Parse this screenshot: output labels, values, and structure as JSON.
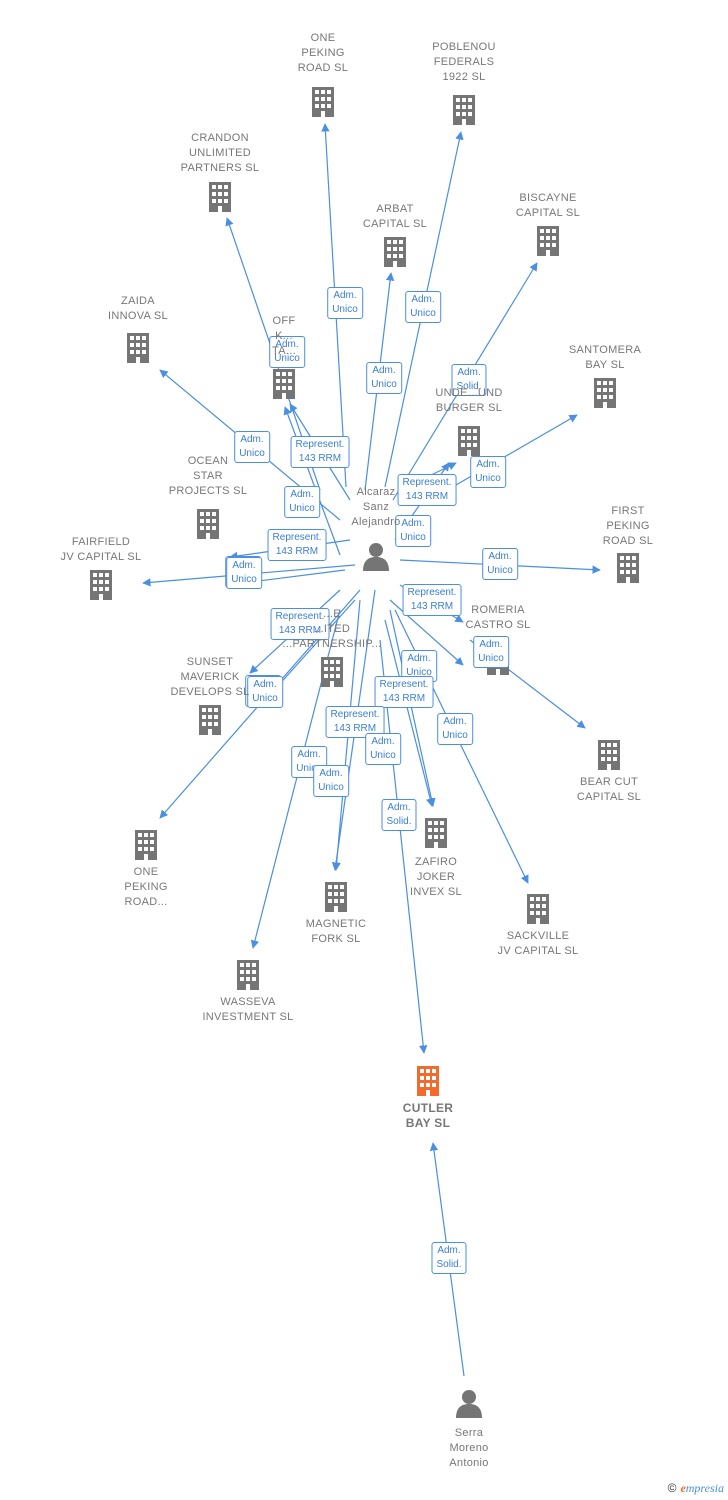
{
  "colors": {
    "edge": "#4a8fe0",
    "node": "#757575",
    "focus": "#f26a2e"
  },
  "nodes": [
    {
      "id": "one_peking_top",
      "label": "ONE\nPEKING\nROAD  SL",
      "type": "company"
    },
    {
      "id": "poblenou",
      "label": "POBLENOU\nFEDERALS\n1922  SL",
      "type": "company"
    },
    {
      "id": "crandon",
      "label": "CRANDON\nUNLIMITED\nPARTNERS  SL",
      "type": "company"
    },
    {
      "id": "arbat",
      "label": "ARBAT\nCAPITAL SL",
      "type": "company"
    },
    {
      "id": "biscayne",
      "label": "BISCAYNE\nCAPITAL SL",
      "type": "company"
    },
    {
      "id": "zaida",
      "label": "ZAIDA\nINNOVA  SL",
      "type": "company"
    },
    {
      "id": "off",
      "label": "OFF\nK...\nTA...",
      "type": "company"
    },
    {
      "id": "santomera",
      "label": "SANTOMERA\nBAY  SL",
      "type": "company"
    },
    {
      "id": "underground",
      "label": "UNDE...UND\nBURGER  SL",
      "type": "company"
    },
    {
      "id": "ocean",
      "label": "OCEAN\nSTAR\nPROJECTS  SL",
      "type": "company"
    },
    {
      "id": "alcaraz",
      "label": "Alcaraz\nSanz\nAlejandro",
      "type": "person"
    },
    {
      "id": "first_peking",
      "label": "FIRST\nPEKING\nROAD  SL",
      "type": "company"
    },
    {
      "id": "fairfield",
      "label": "FAIRFIELD\nJV CAPITAL  SL",
      "type": "company"
    },
    {
      "id": "romeria",
      "label": "ROMERIA\nCASTRO  SL",
      "type": "company"
    },
    {
      "id": "unlimited",
      "label": "...E\n...ITED\n...PARTNERSHIP...",
      "type": "company"
    },
    {
      "id": "sunset",
      "label": "SUNSET\nMAVERICK\nDEVELOPS  SL",
      "type": "company"
    },
    {
      "id": "bearcut",
      "label": "BEAR CUT\nCAPITAL  SL",
      "type": "company"
    },
    {
      "id": "one_peking_bottom",
      "label": "ONE\nPEKING\nROAD...",
      "type": "company"
    },
    {
      "id": "zafiro",
      "label": "ZAFIRO\nJOKER\nINVEX  SL",
      "type": "company"
    },
    {
      "id": "magnetic",
      "label": "MAGNETIC\nFORK  SL",
      "type": "company"
    },
    {
      "id": "sackville",
      "label": "SACKVILLE\nJV CAPITAL  SL",
      "type": "company"
    },
    {
      "id": "wasseva",
      "label": "WASSEVA\nINVESTMENT SL",
      "type": "company"
    },
    {
      "id": "cutler",
      "label": "CUTLER\nBAY  SL",
      "type": "focus"
    },
    {
      "id": "serra",
      "label": "Serra\nMoreno\nAntonio",
      "type": "person"
    }
  ],
  "edges": [
    {
      "from": "alcaraz",
      "to": "one_peking_top",
      "label": "Adm.\nUnico"
    },
    {
      "from": "alcaraz",
      "to": "poblenou",
      "label": "Adm.\nUnico"
    },
    {
      "from": "alcaraz",
      "to": "crandon",
      "label": "Adm.\nUnico"
    },
    {
      "from": "alcaraz",
      "to": "arbat",
      "label": "Adm.\nUnico"
    },
    {
      "from": "alcaraz",
      "to": "biscayne",
      "label": "Adm.\nSolid."
    },
    {
      "from": "alcaraz",
      "to": "zaida",
      "label": "Adm.\nUnico"
    },
    {
      "from": "alcaraz",
      "to": "off",
      "label": "Represent.\n143 RRM"
    },
    {
      "from": "alcaraz",
      "to": "santomera",
      "label": "Adm.\nUnico"
    },
    {
      "from": "alcaraz",
      "to": "underground",
      "label": "Represent.\n143 RRM"
    },
    {
      "from": "alcaraz",
      "to": "ocean",
      "label": "Adm.\nUnico"
    },
    {
      "from": "alcaraz",
      "to": "off",
      "label": "Represent.\n143 RRM"
    },
    {
      "from": "alcaraz",
      "to": "underground",
      "label": "Adm.\nUnico"
    },
    {
      "from": "alcaraz",
      "to": "first_peking",
      "label": "Adm.\nUnico"
    },
    {
      "from": "alcaraz",
      "to": "fairfield",
      "label": "Adm.\nUnico"
    },
    {
      "from": "alcaraz",
      "to": "romeria",
      "label": "Represent.\n143 RRM"
    },
    {
      "from": "alcaraz",
      "to": "sunset",
      "label": "Represent.\n143 RRM"
    },
    {
      "from": "alcaraz",
      "to": "romeria",
      "label": "Adm.\nUnico"
    },
    {
      "from": "alcaraz",
      "to": "bearcut",
      "label": "Adm.\nUnico"
    },
    {
      "from": "alcaraz",
      "to": "one_peking_bottom",
      "label": "Adm.\nUnico"
    },
    {
      "from": "alcaraz",
      "to": "zafiro",
      "label": "Represent.\n143 RRM"
    },
    {
      "from": "alcaraz",
      "to": "magnetic",
      "label": "Represent.\n143 RRM"
    },
    {
      "from": "alcaraz",
      "to": "zafiro",
      "label": "Adm.\nUnico"
    },
    {
      "from": "alcaraz",
      "to": "sackville",
      "label": "Adm.\nUnico"
    },
    {
      "from": "alcaraz",
      "to": "wasseva",
      "label": "Adm.\nUnico"
    },
    {
      "from": "alcaraz",
      "to": "magnetic",
      "label": "Adm.\nUnico"
    },
    {
      "from": "alcaraz",
      "to": "cutler",
      "label": "Adm.\nSolid."
    },
    {
      "from": "alcaraz",
      "to": "sunset",
      "label": "Adm.\nUnico"
    },
    {
      "from": "serra",
      "to": "cutler",
      "label": "Adm.\nSolid."
    },
    {
      "from": "alcaraz",
      "to": "fairfield",
      "label": "Adm.\nUnico"
    }
  ],
  "footer": {
    "copyright": "©",
    "brand_initial": "e",
    "brand_rest": "mpresia"
  }
}
